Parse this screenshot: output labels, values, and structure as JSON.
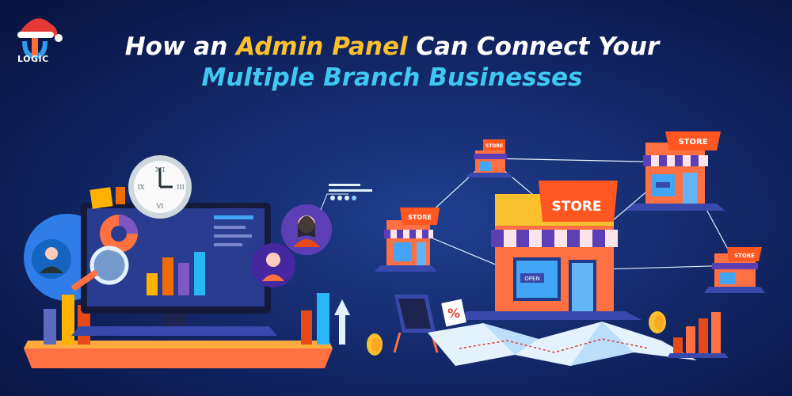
{
  "logo": {
    "text": "LOGIC",
    "icon": "santa-hat-logo-icon"
  },
  "headline": {
    "line1_pre": "How an ",
    "line1_accent": "Admin Panel",
    "line1_post": " Can Connect Your",
    "line2": "Multiple Branch Businesses"
  },
  "stores": {
    "main_label": "STORE",
    "small_label": "STORE",
    "open_sign": "OPEN"
  },
  "clock": {
    "numerals": [
      "XII",
      "III",
      "VI",
      "IX"
    ]
  },
  "icons": [
    "monitor-icon",
    "clock-icon",
    "magnifier-icon",
    "user-avatar-icon",
    "store-icon",
    "map-icon",
    "coin-icon",
    "bar-chart-icon",
    "arrow-up-icon",
    "discount-tag-icon",
    "signboard-icon"
  ],
  "colors": {
    "background": "#14296a",
    "accent_yellow": "#fbc02d",
    "accent_cyan": "#3fc8f2",
    "store_orange": "#ff7043",
    "awning_purple": "#5c3fb5"
  }
}
